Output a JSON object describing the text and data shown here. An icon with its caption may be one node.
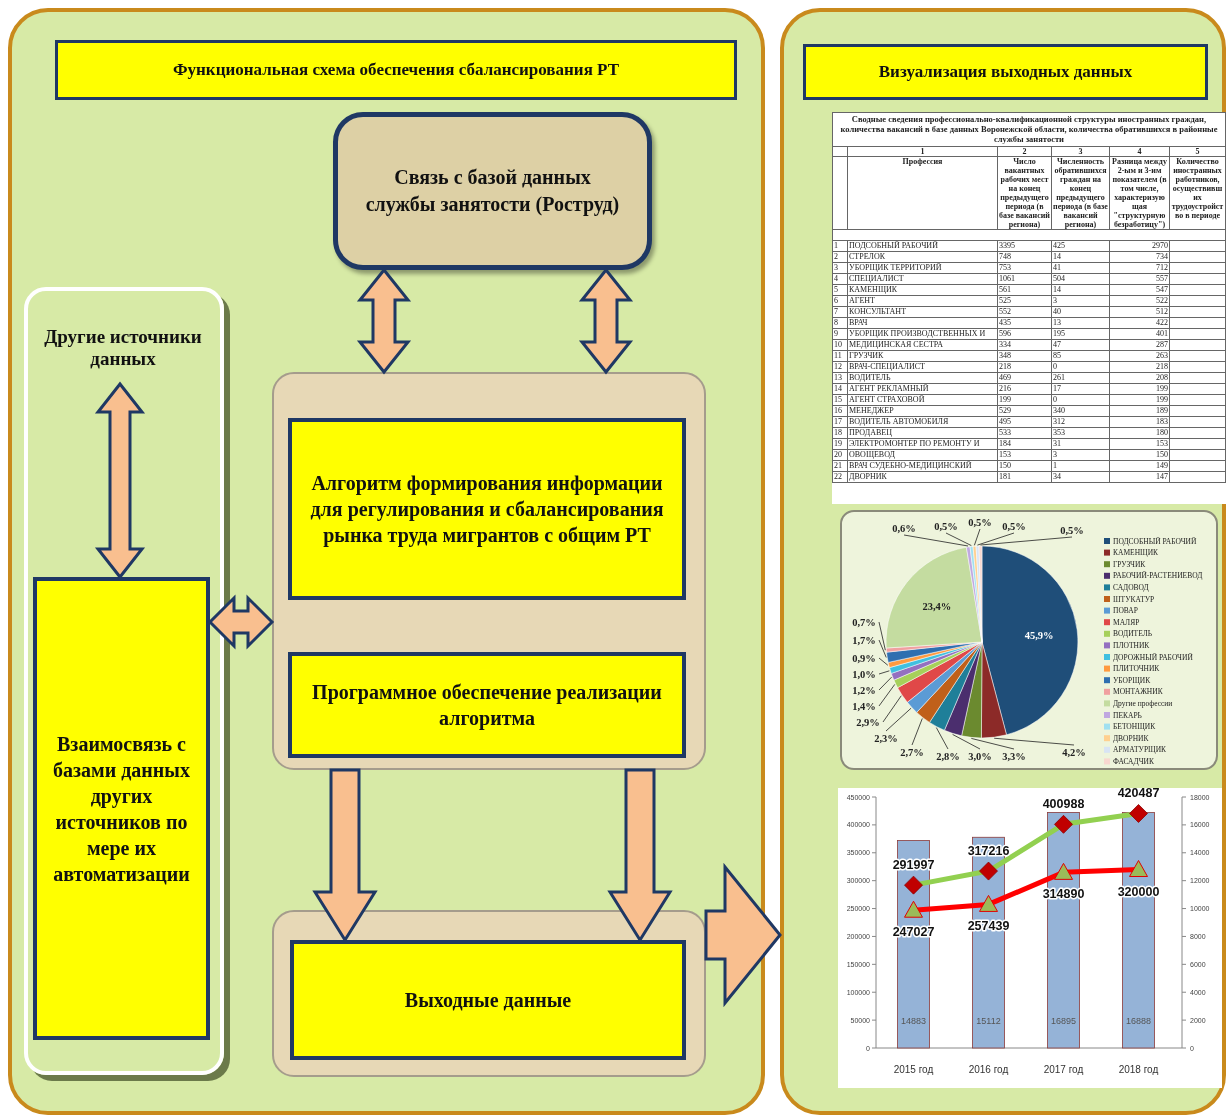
{
  "diagram": {
    "nodes": [
      {
        "text": [],
        "shape": "box"
      },
      {
        "text": [
          "Функциональная схема обеспечения сбалансирования РТ"
        ],
        "in": 0
      },
      {
        "text": [
          "Связь с базой данных службы занятости (Роструд)"
        ],
        "in": 0
      },
      {
        "text": [],
        "shape": "box",
        "in": 0
      },
      {
        "text": [
          "Другие источники данных"
        ],
        "in": 3
      },
      {
        "text": [
          "Взаимосвязь с базами данных других источников по мере их автоматизации"
        ],
        "in": 3
      },
      {
        "text": [],
        "shape": "box",
        "in": 0
      },
      {
        "text": [
          "Алгоритм формирования информации для регулирования и сбалансирования рынка труда мигрантов с общим РТ"
        ],
        "in": 6
      },
      {
        "text": [
          "Программное обеспечение реализации алгоритма"
        ],
        "in": 6
      },
      {
        "text": [],
        "shape": "box",
        "in": 0
      },
      {
        "text": [
          "Выходные данные"
        ],
        "in": 9
      },
      {
        "text": [],
        "shape": "box"
      },
      {
        "text": [
          "Визуализация выходных данных"
        ],
        "in": 11
      }
    ],
    "edges": [
      {
        "from": 2,
        "to": 6,
        "arrow": "both"
      },
      {
        "from": 2,
        "to": 6,
        "arrow": "both"
      },
      {
        "from": 4,
        "to": 5,
        "arrow": "both"
      },
      {
        "from": 5,
        "to": 6,
        "arrow": "both"
      },
      {
        "from": 6,
        "to": 10,
        "arrow": "to"
      },
      {
        "from": 6,
        "to": 10,
        "arrow": "to"
      },
      {
        "from": 9,
        "to": 11,
        "arrow": "to"
      }
    ],
    "labels": [
      "Сводные сведения профессионально-квалификационной структуры иностранных граждан, количества вакансий в базе данных Воронежской области, количества обратившихся в районные службы занятости",
      "1",
      "2",
      "3",
      "4",
      "5",
      "Профессия",
      "Число вакантных рабочих мест на конец предыдущего периода (в базе вакансий региона)",
      "Численность обратившихся граждан на конец предыдущего периода (в базе вакансий региона)",
      "Разница между 2-ым и 3-им показателем (в том числе, характеризующая \"структурную безработицу\")",
      "Количество иностранных работников, осуществивших трудоустройство в периоде",
      "1",
      "ПОДСОБНЫЙ РАБОЧИЙ",
      "3395",
      "425",
      "2970",
      "2",
      "СТРЕЛОК",
      "748",
      "14",
      "734",
      "3",
      "УБОРЩИК ТЕРРИТОРИЙ",
      "753",
      "41",
      "712",
      "4",
      "СПЕЦИАЛИСТ",
      "1061",
      "504",
      "557",
      "5",
      "КАМЕНЩИК",
      "561",
      "14",
      "547",
      "6",
      "АГЕНТ",
      "525",
      "3",
      "522",
      "7",
      "КОНСУЛЬТАНТ",
      "552",
      "40",
      "512",
      "8",
      "ВРАЧ",
      "435",
      "13",
      "422",
      "9",
      "УБОРЩИК ПРОИЗВОДСТВЕННЫХ И",
      "596",
      "195",
      "401",
      "10",
      "МЕДИЦИНСКАЯ СЕСТРА",
      "334",
      "47",
      "287",
      "11",
      "ГРУЗЧИК",
      "348",
      "85",
      "263",
      "12",
      "ВРАЧ-СПЕЦИАЛИСТ",
      "218",
      "0",
      "218",
      "13",
      "ВОДИТЕЛЬ",
      "469",
      "261",
      "208",
      "14",
      "АГЕНТ РЕКЛАМНЫЙ",
      "216",
      "17",
      "199",
      "15",
      "АГЕНТ СТРАХОВОЙ",
      "199",
      "0",
      "199",
      "16",
      "МЕНЕДЖЕР",
      "529",
      "340",
      "189",
      "17",
      "ВОДИТЕЛЬ АВТОМОБИЛЯ",
      "495",
      "312",
      "183",
      "18",
      "ПРОДАВЕЦ",
      "533",
      "353",
      "180",
      "19",
      "ЭЛЕКТРОМОНТЕР ПО РЕМОНТУ И",
      "184",
      "31",
      "153",
      "20",
      "ОВОЩЕВОД",
      "153",
      "3",
      "150",
      "21",
      "ВРАЧ СУДЕБНО-МЕДИЦИНСКИЙ",
      "150",
      "1",
      "149",
      "22",
      "ДВОРНИК",
      "181",
      "34",
      "147"
    ],
    "chart_data": [
      {
        "type": "pie",
        "legend": "right",
        "categories": [
          "ПОДСОБНЫЙ РАБОЧИЙ",
          "КАМЕНЩИК",
          "ГРУЗЧИК",
          "РАБОЧИЙ-РАСТЕНИЕВОД",
          "САДОВОД",
          "ШТУКАТУР",
          "ПОВАР",
          "МАЛЯР",
          "ВОДИТЕЛЬ",
          "ПЛОТНИК",
          "ДОРОЖНЫЙ РАБОЧИЙ",
          "ПЛИТОЧНИК",
          "УБОРЩИК",
          "МОНТАЖНИК",
          "Другие профессии",
          "ПЕКАРЬ",
          "БЕТОНЩИК",
          "ДВОРНИК",
          "АРМАТУРЩИК",
          "ФАСАДЧИК"
        ],
        "series": [
          {
            "values": [
              45.9,
              4.2,
              3.3,
              3.0,
              2.8,
              2.7,
              2.3,
              2.9,
              1.4,
              1.2,
              1.0,
              0.9,
              1.7,
              0.7,
              23.4,
              0.6,
              0.5,
              0.5,
              0.5,
              0.5
            ],
            "colors": [
              "#1f4e79",
              "#8c2a28",
              "#6b8a2f",
              "#4b2e6e",
              "#1f7f99",
              "#c0601a",
              "#5b9bd5",
              "#e04848",
              "#a6d05a",
              "#9470c0",
              "#40c0e0",
              "#ff9a40",
              "#2f6fb0",
              "#f0a0a0",
              "#c4dca0",
              "#c0a8e0",
              "#a0e0f0",
              "#ffd090",
              "#d8e4f4",
              "#f8d8d0"
            ]
          }
        ],
        "value_labels": [
          "45,9%",
          "4,2%",
          "3,3%",
          "3,0%",
          "2,8%",
          "2,7%",
          "2,3%",
          "2,9%",
          "1,4%",
          "1,2%",
          "1,0%",
          "0,9%",
          "1,7%",
          "0,7%",
          "23,4%",
          "0,6%",
          "0,5%",
          "0,5%",
          "0,5%",
          "0,5%"
        ]
      },
      {
        "type": "bar",
        "categories": [
          "2015 год",
          "2016 год",
          "2017 год",
          "2018 год"
        ],
        "ylim": [
          0,
          450000
        ],
        "yticks": [
          0,
          50000,
          100000,
          150000,
          200000,
          250000,
          300000,
          350000,
          400000,
          450000
        ],
        "y2lim": [
          0,
          18000
        ],
        "y2ticks": [
          0,
          2000,
          4000,
          6000,
          8000,
          10000,
          12000,
          14000,
          16000,
          18000
        ],
        "series": [
          {
            "type": "bar",
            "axis": "y2",
            "color": "#95b3d7",
            "values": [
              14883,
              15112,
              16895,
              16888
            ]
          },
          {
            "type": "line",
            "color": "#92d050",
            "marker": "diamond",
            "values": [
              291997,
              317216,
              400988,
              420487
            ]
          },
          {
            "type": "line",
            "color": "#ff0000",
            "marker": "triangle",
            "values": [
              247027,
              257439,
              314890,
              320000
            ]
          }
        ],
        "data_labels": true
      }
    ]
  }
}
